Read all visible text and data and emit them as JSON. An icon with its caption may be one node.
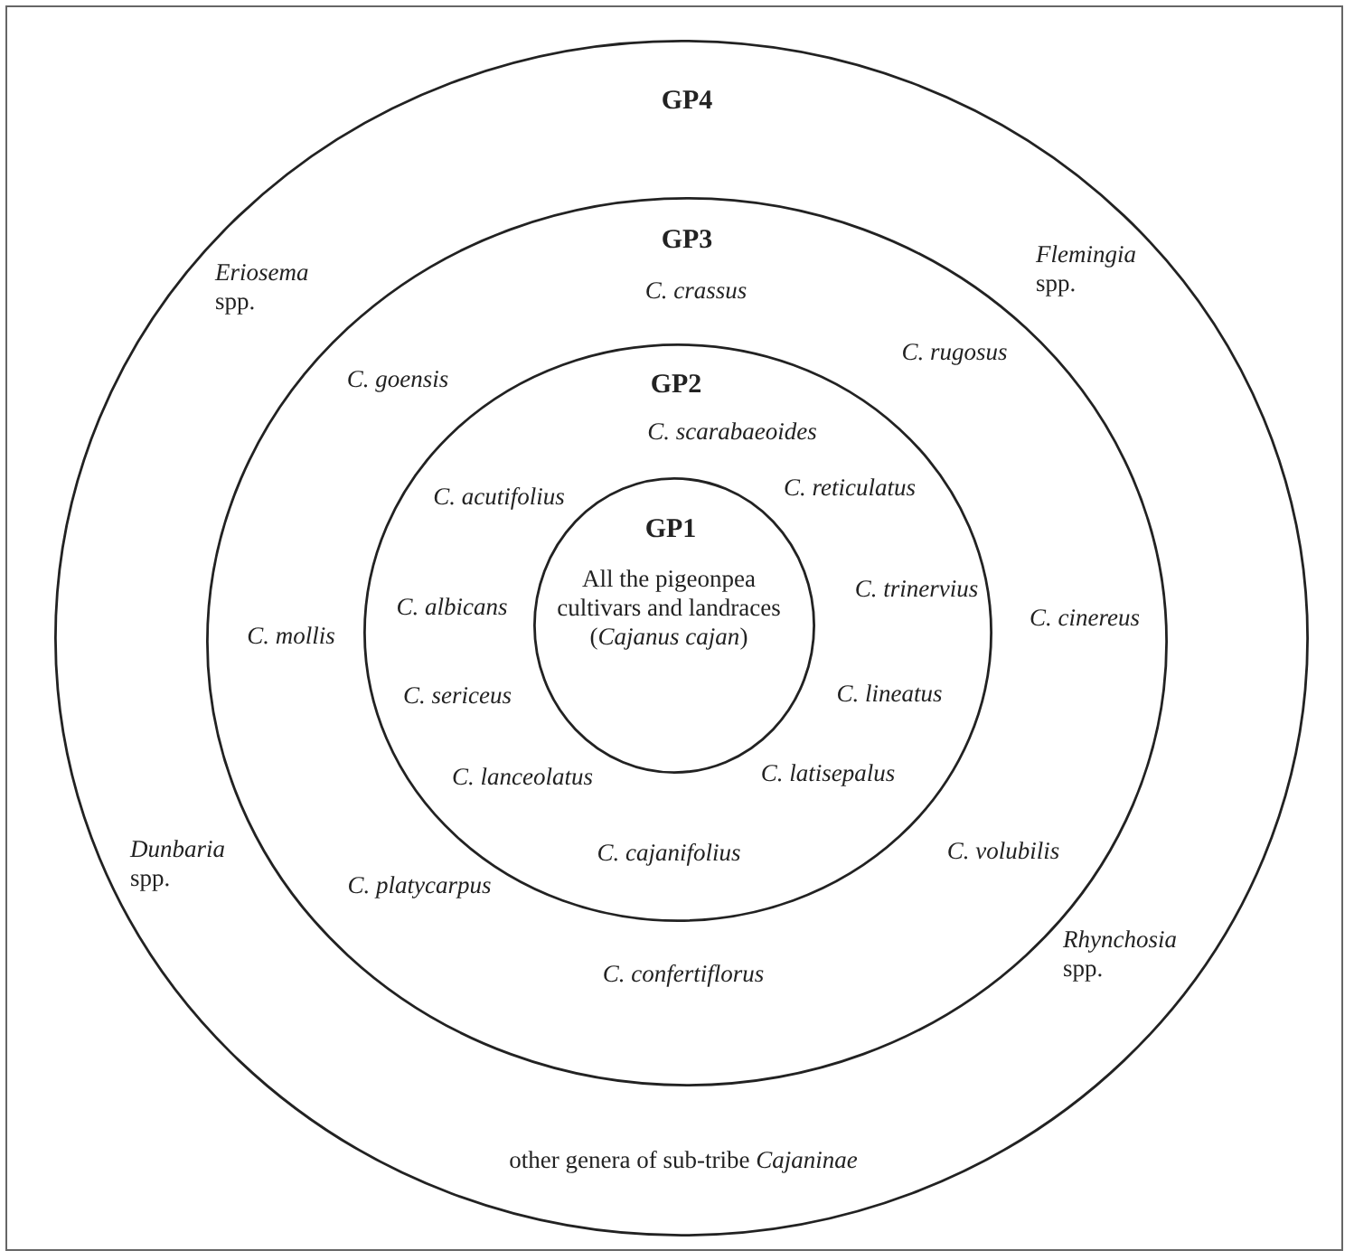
{
  "diagram": {
    "nodes": [
      {
        "text": [
          "GP4",
          "*Eriosema* spp.",
          "*Flemingia* spp.",
          "*Dunbaria* spp.",
          "*Rhynchosia* spp.",
          "other genera of sub-tribe *Cajaninae*"
        ]
      },
      {
        "text": [
          "GP3",
          "C. crassus",
          "C. goensis",
          "C. rugosus",
          "C. mollis",
          "C. cinereus",
          "C. volubilis",
          "C. platycarpus",
          "C. confertiflorus"
        ],
        "in": 0
      },
      {
        "text": [
          "GP2",
          "C. scarabaeoides",
          "C. acutifolius",
          "C. reticulatus",
          "C. albicans",
          "C. trinervius",
          "C. sericeus",
          "C. lineatus",
          "C. lanceolatus",
          "C. latisepalus",
          "C. cajanifolius"
        ],
        "in": 1
      },
      {
        "text": [
          "GP1",
          "All the pigeonpea cultivars and landraces (*Cajanus cajan*)"
        ],
        "in": 2
      }
    ]
  }
}
